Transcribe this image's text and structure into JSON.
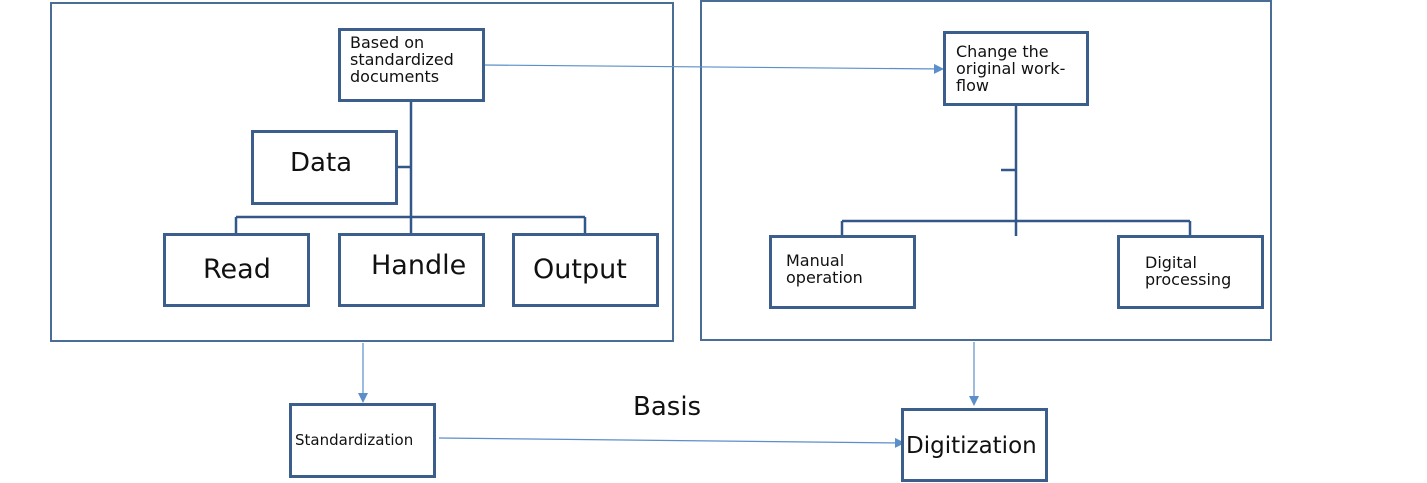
{
  "left_group": {
    "top_box": "Based on\nstandardized\ndocuments",
    "data_box": "Data",
    "read_box": "Read",
    "handle_box": "Handle",
    "output_box": "Output"
  },
  "right_group": {
    "top_box": "Change the\noriginal work-\nflow",
    "manual_box": "Manual\noperation",
    "digital_box": "Digital\nprocessing"
  },
  "bottom": {
    "standardization": "Standardization",
    "digitization": "Digitization",
    "basis_label": "Basis"
  },
  "colors": {
    "panel_border": "#4a6d95",
    "box_border": "#3c5e8c",
    "arrow": "#5b8fc9",
    "connector": "#34578a"
  }
}
